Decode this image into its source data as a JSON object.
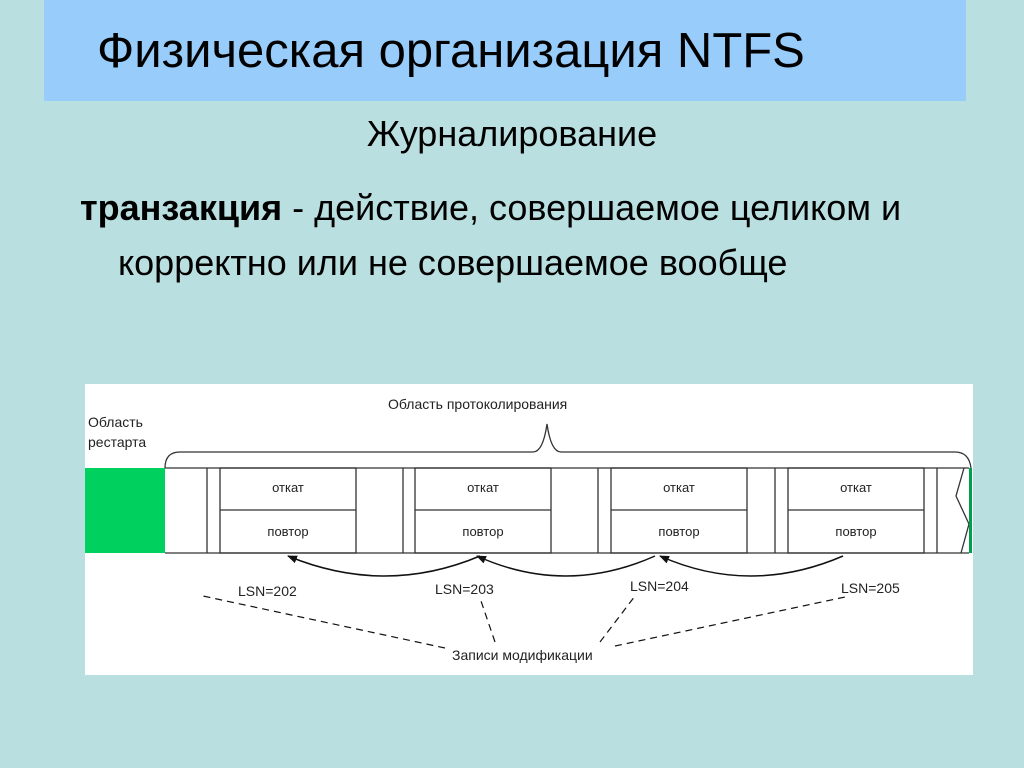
{
  "slide": {
    "title": "Физическая организация NTFS",
    "subtitle": "Журналирование",
    "term": "транзакция",
    "definition": " - действие, совершаемое целиком и корректно или не совершаемое вообще"
  },
  "diagram": {
    "logging_area_label": "Область протоколирования",
    "restart_area_label_line1": "Область",
    "restart_area_label_line2": "рестарта",
    "restart_area_color": "#00d05e",
    "records": [
      {
        "top_label": "откат",
        "bottom_label": "повтор",
        "lsn": "LSN=202"
      },
      {
        "top_label": "откат",
        "bottom_label": "повтор",
        "lsn": "LSN=203"
      },
      {
        "top_label": "откат",
        "bottom_label": "повтор",
        "lsn": "LSN=204"
      },
      {
        "top_label": "откат",
        "bottom_label": "повтор",
        "lsn": "LSN=205"
      }
    ],
    "modification_records_label": "Записи модификации"
  }
}
